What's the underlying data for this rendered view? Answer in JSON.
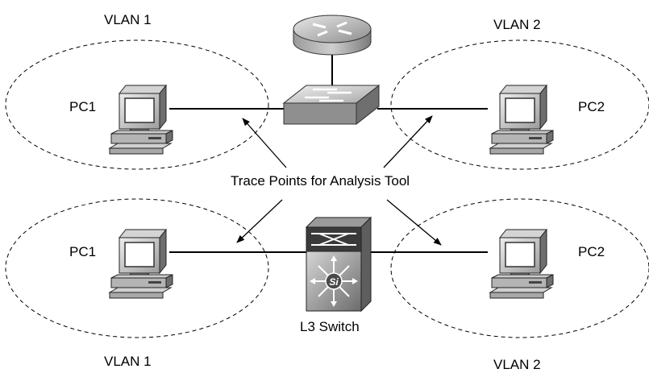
{
  "labels": {
    "vlan_top_left": "VLAN 1",
    "vlan_top_right": "VLAN 2",
    "vlan_bottom_left": "VLAN 1",
    "vlan_bottom_right": "VLAN 2",
    "pc_top_left": "PC1",
    "pc_top_right": "PC2",
    "pc_bottom_left": "PC1",
    "pc_bottom_right": "PC2",
    "trace_points": "Trace Points for Analysis Tool",
    "l3_switch": "L3 Switch",
    "si_badge": "Si"
  },
  "icons": {
    "router": "router-icon",
    "l2_switch": "switch-icon",
    "l3_switch": "layer3-switch-icon",
    "pc": "computer-icon"
  }
}
